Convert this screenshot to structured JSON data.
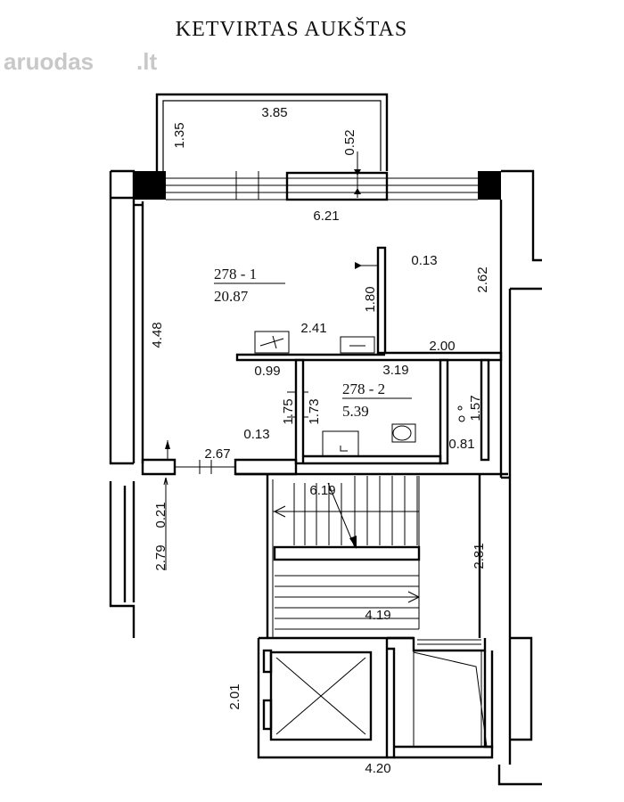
{
  "title": "KETVIRTAS AUKŠTAS",
  "watermark": {
    "main": "aruodas",
    "suffix": ".lt"
  },
  "rooms": [
    {
      "id": "278 - 1",
      "area": "20.87"
    },
    {
      "id": "278 - 2",
      "area": "5.39"
    }
  ],
  "dimensions": {
    "balcony_width": "3.85",
    "balcony_depth": "1.35",
    "window_sill": "0.52",
    "room1_width": "6.21",
    "room1_length": "4.48",
    "kitchen_partition": "0.13",
    "closet_depth": "2.62",
    "partition_length": "1.80",
    "counter_width": "2.41",
    "closet_width": "2.00",
    "bath_wall": "0.99",
    "bath_width": "3.19",
    "bath_opening": "1.75",
    "bath_depth": "1.73",
    "wall_thickness": "0.13",
    "bath_closet_depth": "1.57",
    "bath_closet_width": "0.81",
    "hall_width": "2.67",
    "door_offset": "0.21",
    "hall_length": "2.79",
    "stair_width": "6.19",
    "stair_length": "2.81",
    "landing_width": "4.19",
    "lift_depth": "2.01",
    "lift_width": "4.20"
  },
  "colors": {
    "line": "#000000",
    "watermark": "#c8c8c8"
  }
}
